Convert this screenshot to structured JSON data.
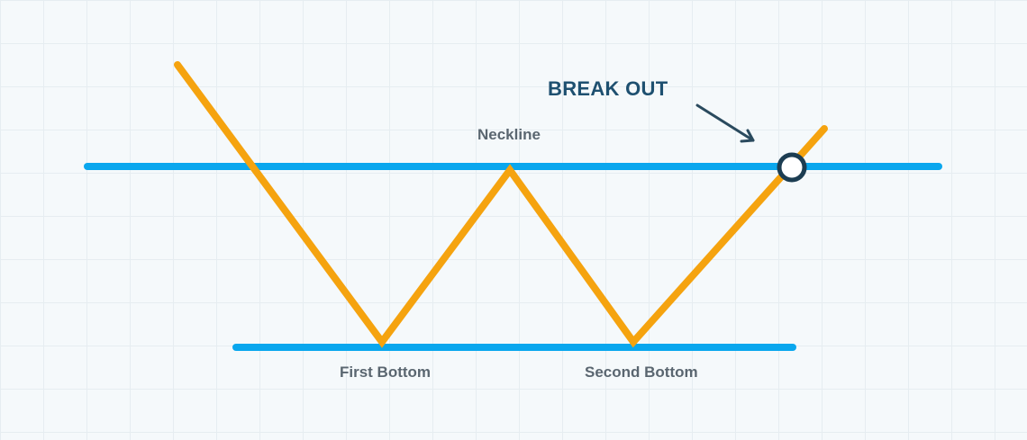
{
  "diagram": {
    "labels": {
      "breakout": "BREAK OUT",
      "neckline": "Neckline",
      "first_bottom": "First Bottom",
      "second_bottom": "Second Bottom"
    },
    "colors": {
      "neckline": "#0aa7ee",
      "support": "#0aa7ee",
      "price": "#f5a30f",
      "arrow": "#2a4a5e",
      "marker_stroke": "#1c3d52",
      "marker_fill": "#ffffff",
      "label_text": "#5a6670",
      "breakout_text": "#1e5070",
      "background": "#f5f9fb"
    }
  }
}
